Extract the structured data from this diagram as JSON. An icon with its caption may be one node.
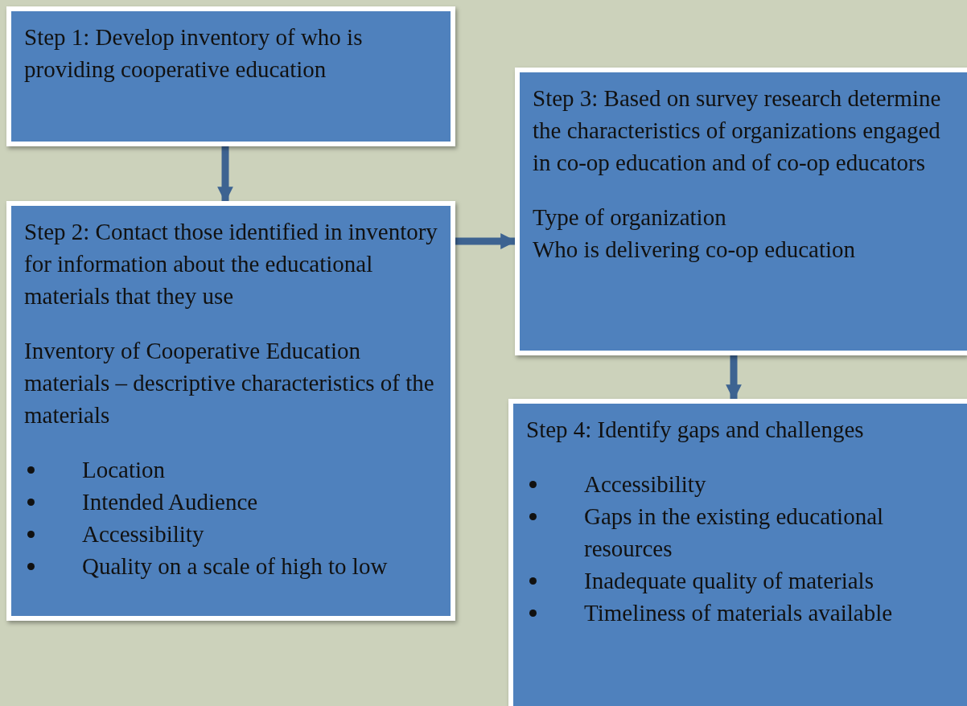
{
  "diagram": {
    "nodes": [
      {
        "text": [
          "Step 1: Develop inventory of who is providing cooperative education"
        ]
      },
      {
        "text": [
          "Step 2: Contact those identified in inventory for information about the educational materials that they use",
          "Inventory of Cooperative Education materials – descriptive characteristics of the materials",
          "Location",
          "Intended Audience",
          "Accessibility",
          "Quality on a scale of high to low"
        ]
      },
      {
        "text": [
          "Step 3: Based on survey research determine the characteristics of organizations engaged in co-op education and of co-op educators",
          "Type of organization",
          "Who is delivering co-op education"
        ]
      },
      {
        "text": [
          "Step 4: Identify gaps and challenges",
          "Accessibility",
          "Gaps in the existing educational resources",
          "Inadequate quality of materials",
          "Timeliness of materials available"
        ]
      }
    ],
    "edges": [
      {
        "from": 0,
        "to": 1,
        "arrow": "to"
      },
      {
        "from": 1,
        "to": 2,
        "arrow": "to"
      },
      {
        "from": 2,
        "to": 3,
        "arrow": "to"
      }
    ]
  }
}
